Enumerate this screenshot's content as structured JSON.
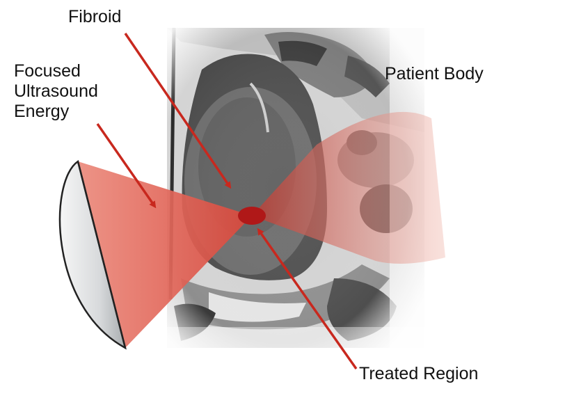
{
  "labels": {
    "fibroid": "Fibroid",
    "energy": "Focused\nUltrasound\nEnergy",
    "body": "Patient Body",
    "treated": "Treated Region"
  },
  "colors": {
    "beam": "#e0473d",
    "arrow": "#c8281e",
    "focus": "#b01818",
    "scan_dark": "#3f3f3f",
    "scan_light": "#d9d9d9"
  },
  "icons": {
    "transducer": "ultrasound-transducer-icon"
  }
}
